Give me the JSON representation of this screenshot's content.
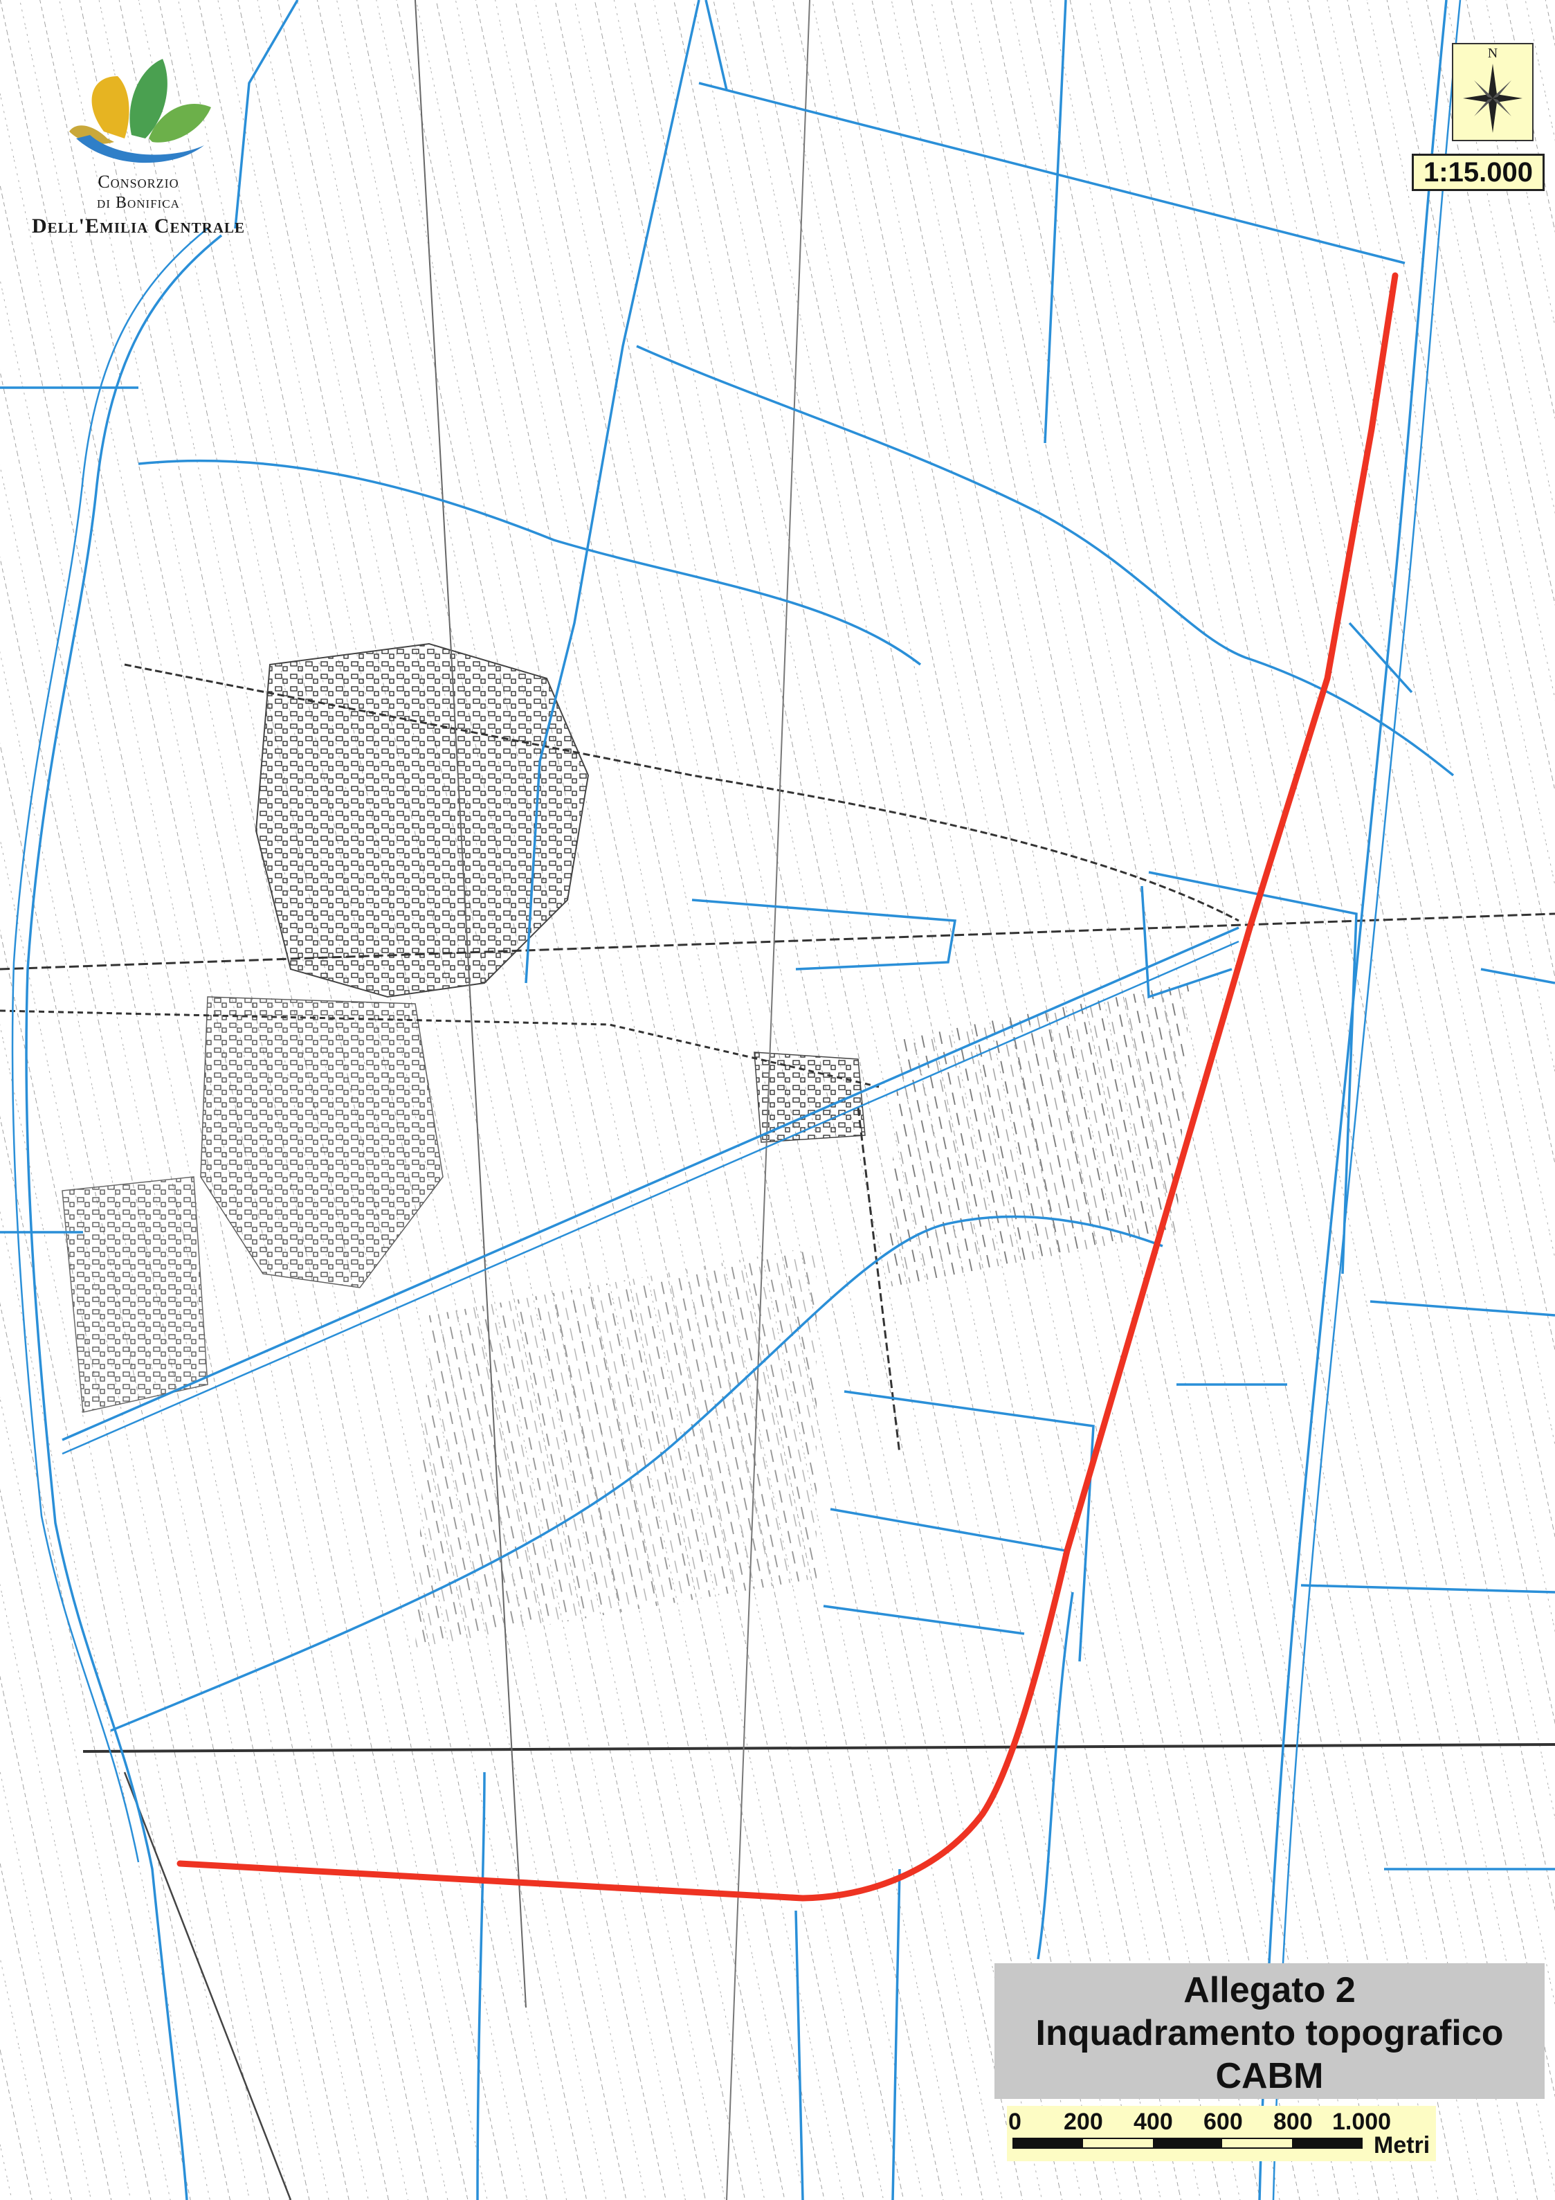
{
  "logo": {
    "line1": "Consorzio",
    "line2": "di Bonifica",
    "line3": "Dell'Emilia Centrale"
  },
  "compass": {
    "north_label": "N"
  },
  "scale": {
    "ratio": "1:15.000"
  },
  "title_panel": {
    "line1": "Allegato 2",
    "line2": "Inquadramento topografico",
    "line3": "CABM"
  },
  "scalebar": {
    "ticks": [
      "0",
      "200",
      "400",
      "600",
      "800",
      "1.000"
    ],
    "unit": "Metri"
  },
  "colors": {
    "canal": "#2a8fd8",
    "route": "#ee3322",
    "linework": "#555555",
    "label_bg": "#fdfcc4",
    "panel_bg": "#c8c8c8"
  },
  "icons": [
    "consorzio-logo-icon",
    "compass-rose-icon"
  ]
}
